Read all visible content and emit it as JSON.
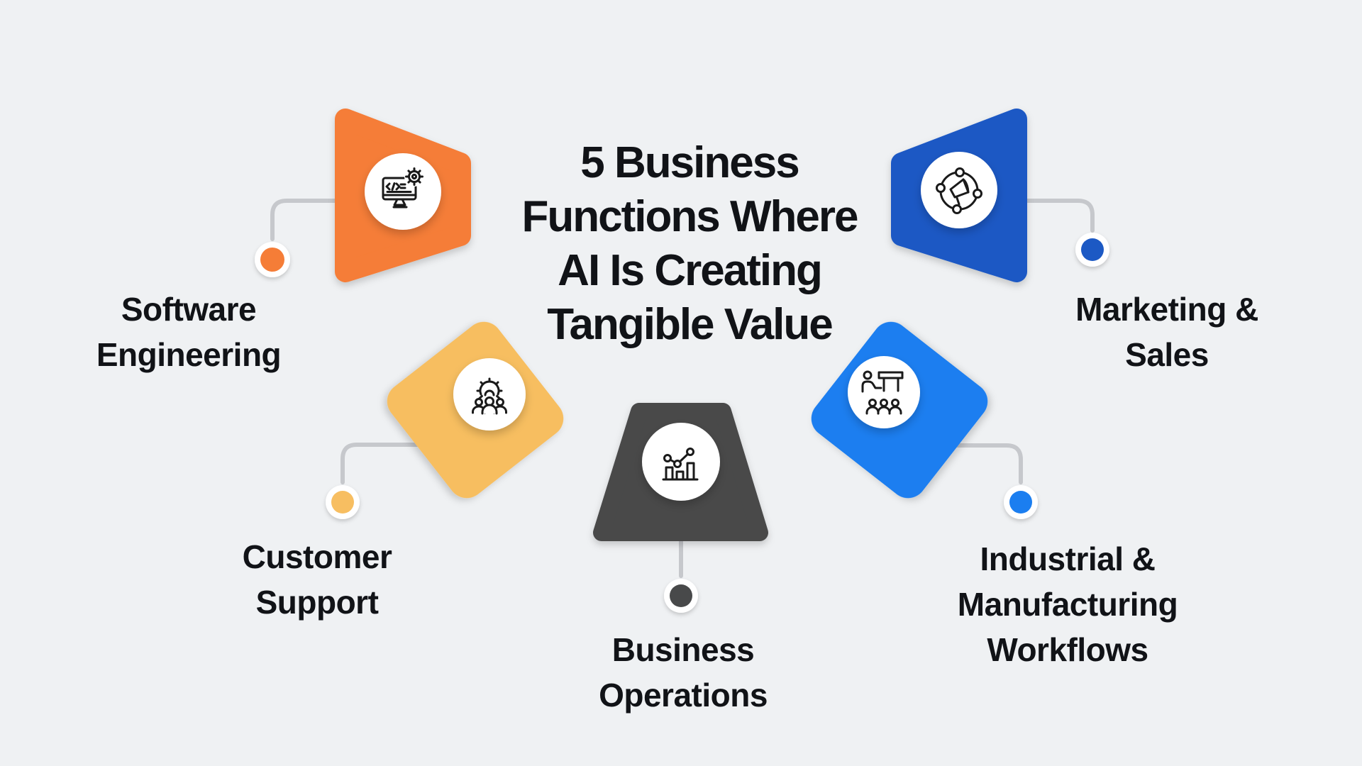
{
  "title": {
    "text": "5 Business Functions Where AI Is Creating Tangible Value",
    "lines": [
      "5 Business",
      "Functions Where",
      "AI Is Creating",
      "Tangible Value"
    ]
  },
  "colors": {
    "background": "#EFF1F3",
    "text": "#111317",
    "connector": "#C6C8CC",
    "icon_stroke": "#1A1A1A",
    "icon_circle_fill": "#FFFFFF",
    "dot_ring_fill": "#FFFFFF"
  },
  "functions": [
    {
      "id": "software-engineering",
      "label": "Software Engineering",
      "color": "#F57D37",
      "shape": "flag-pointing-right",
      "icon": "code-monitor-gear-icon"
    },
    {
      "id": "marketing-sales",
      "label": "Marketing & Sales",
      "color": "#1C59C4",
      "shape": "flag-pointing-left",
      "icon": "megaphone-network-icon"
    },
    {
      "id": "customer-support",
      "label": "Customer Support",
      "color": "#F7BE61",
      "shape": "diamond",
      "icon": "team-gear-icon"
    },
    {
      "id": "industrial-manufacturing",
      "label": "Industrial & Manufacturing Workflows",
      "color": "#1B7EF0",
      "shape": "diamond",
      "icon": "presenter-training-icon"
    },
    {
      "id": "business-operations",
      "label": "Business Operations",
      "color": "#48494A",
      "shape": "trapezoid",
      "icon": "bar-chart-trend-icon"
    }
  ]
}
